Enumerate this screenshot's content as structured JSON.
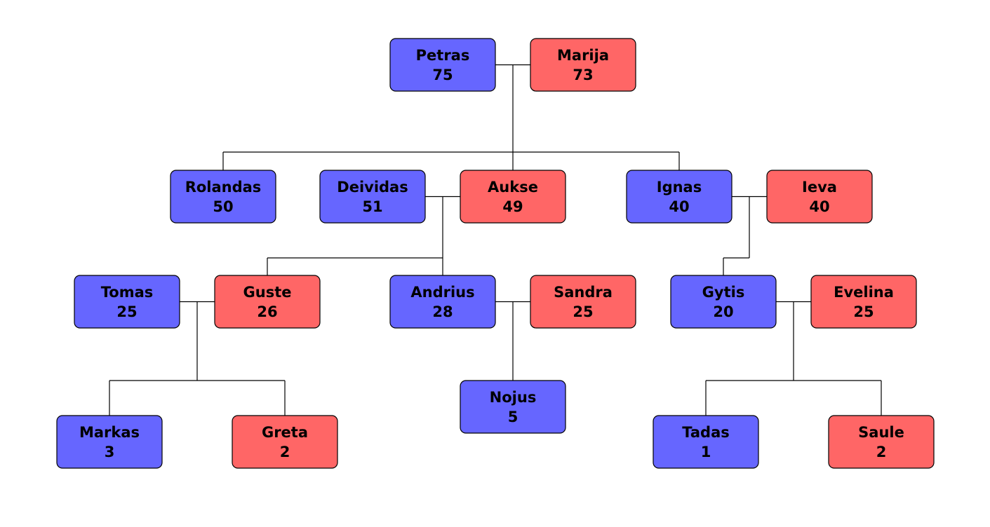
{
  "colors": {
    "male": "#6666ff",
    "female": "#ff6666",
    "line": "#000000"
  },
  "people": [
    {
      "id": "petras",
      "name": "Petras",
      "age": "75",
      "gender": "male"
    },
    {
      "id": "marija",
      "name": "Marija",
      "age": "73",
      "gender": "female"
    },
    {
      "id": "rolandas",
      "name": "Rolandas",
      "age": "50",
      "gender": "male"
    },
    {
      "id": "deividas",
      "name": "Deividas",
      "age": "51",
      "gender": "male"
    },
    {
      "id": "aukse",
      "name": "Aukse",
      "age": "49",
      "gender": "female"
    },
    {
      "id": "ignas",
      "name": "Ignas",
      "age": "40",
      "gender": "male"
    },
    {
      "id": "ieva",
      "name": "Ieva",
      "age": "40",
      "gender": "female"
    },
    {
      "id": "tomas",
      "name": "Tomas",
      "age": "25",
      "gender": "male"
    },
    {
      "id": "guste",
      "name": "Guste",
      "age": "26",
      "gender": "female"
    },
    {
      "id": "andrius",
      "name": "Andrius",
      "age": "28",
      "gender": "male"
    },
    {
      "id": "sandra",
      "name": "Sandra",
      "age": "25",
      "gender": "female"
    },
    {
      "id": "gytis",
      "name": "Gytis",
      "age": "20",
      "gender": "male"
    },
    {
      "id": "evelina",
      "name": "Evelina",
      "age": "25",
      "gender": "female"
    },
    {
      "id": "markas",
      "name": "Markas",
      "age": "3",
      "gender": "male"
    },
    {
      "id": "greta",
      "name": "Greta",
      "age": "2",
      "gender": "female"
    },
    {
      "id": "nojus",
      "name": "Nojus",
      "age": "5",
      "gender": "male"
    },
    {
      "id": "tadas",
      "name": "Tadas",
      "age": "1",
      "gender": "male"
    },
    {
      "id": "saule",
      "name": "Saule",
      "age": "2",
      "gender": "female"
    }
  ],
  "couples": [
    {
      "partners": [
        "petras",
        "marija"
      ],
      "children": [
        "rolandas",
        "aukse",
        "ignas"
      ]
    },
    {
      "partners": [
        "deividas",
        "aukse"
      ],
      "children": [
        "guste",
        "andrius"
      ]
    },
    {
      "partners": [
        "ignas",
        "ieva"
      ],
      "children": [
        "gytis"
      ]
    },
    {
      "partners": [
        "tomas",
        "guste"
      ],
      "children": [
        "markas",
        "greta"
      ]
    },
    {
      "partners": [
        "andrius",
        "sandra"
      ],
      "children": [
        "nojus"
      ]
    },
    {
      "partners": [
        "gytis",
        "evelina"
      ],
      "children": [
        "tadas",
        "saule"
      ]
    }
  ]
}
